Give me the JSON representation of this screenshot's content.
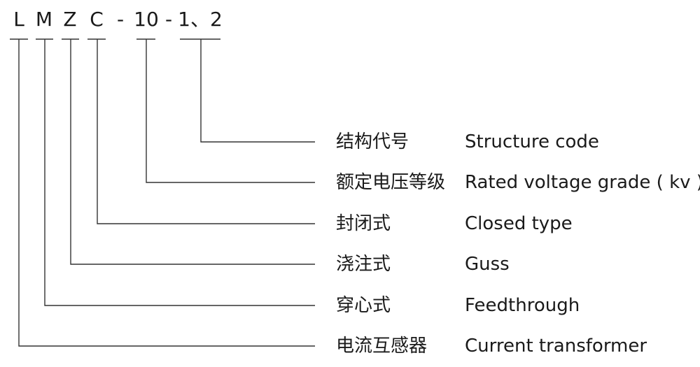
{
  "code": {
    "segments": [
      "L",
      "M",
      "Z",
      "C",
      "-",
      "10",
      "-",
      "1、2"
    ]
  },
  "legend": [
    {
      "cn": "结构代号",
      "en": "Structure code",
      "segment": "1、2"
    },
    {
      "cn": "额定电压等级",
      "en": "Rated voltage grade ( kv )",
      "segment": "10"
    },
    {
      "cn": "封闭式",
      "en": "Closed type",
      "segment": "C"
    },
    {
      "cn": "浇注式",
      "en": "Guss",
      "segment": "Z"
    },
    {
      "cn": "穿心式",
      "en": "Feedthrough",
      "segment": "M"
    },
    {
      "cn": "电流互感器",
      "en": "Current transformer",
      "segment": "L"
    }
  ],
  "line_color": "#333333"
}
